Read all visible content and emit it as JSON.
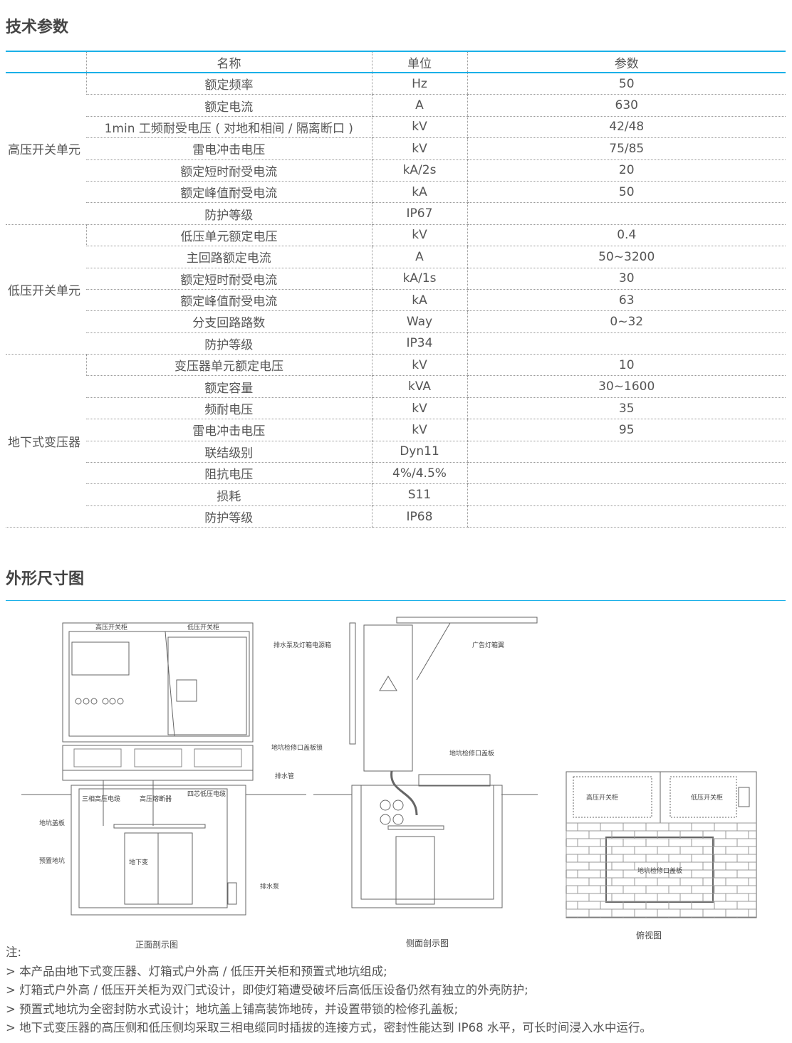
{
  "spec": {
    "title": "技术参数",
    "headers": [
      "名称",
      "单位",
      "参数"
    ],
    "groups": [
      {
        "name": "高压开关单元",
        "rows": [
          [
            "额定频率",
            "Hz",
            "50"
          ],
          [
            "额定电流",
            "A",
            "630"
          ],
          [
            "1min 工频耐受电压 ( 对地和相间 / 隔离断口 )",
            "kV",
            "42/48"
          ],
          [
            "雷电冲击电压",
            "kV",
            "75/85"
          ],
          [
            "额定短时耐受电流",
            "kA/2s",
            "20"
          ],
          [
            "额定峰值耐受电流",
            "kA",
            "50"
          ],
          [
            "防护等级",
            "IP67",
            ""
          ]
        ]
      },
      {
        "name": "低压开关单元",
        "rows": [
          [
            "低压单元额定电压",
            "kV",
            "0.4"
          ],
          [
            "主回路额定电流",
            "A",
            "50~3200"
          ],
          [
            "额定短时耐受电流",
            "kA/1s",
            "30"
          ],
          [
            "额定峰值耐受电流",
            "kA",
            "63"
          ],
          [
            "分支回路路数",
            "Way",
            "0~32"
          ],
          [
            "防护等级",
            "IP34",
            ""
          ]
        ]
      },
      {
        "name": "地下式变压器",
        "rows": [
          [
            "变压器单元额定电压",
            "kV",
            "10"
          ],
          [
            "额定容量",
            "kVA",
            "30~1600"
          ],
          [
            "频耐电压",
            "kV",
            "35"
          ],
          [
            "雷电冲击电压",
            "kV",
            "95"
          ],
          [
            "联结级别",
            "Dyn11",
            ""
          ],
          [
            "阻抗电压",
            "4%/4.5%",
            ""
          ],
          [
            "损耗",
            "S11",
            ""
          ],
          [
            "防护等级",
            "IP68",
            ""
          ]
        ]
      }
    ]
  },
  "dims": {
    "title": "外形尺寸图",
    "front": {
      "caption": "正面剖示图",
      "labels": [
        "高压开关柜",
        "低压开关柜",
        "排水泵及灯箱电源箱",
        "地坑检修口盖板锁",
        "排水管",
        "三相高压电缆",
        "高压熔断器",
        "四芯低压电缆",
        "地坑盖板",
        "预置地坑",
        "地下变",
        "排水泵"
      ]
    },
    "side": {
      "caption": "侧面剖示图",
      "labels": [
        "广告灯箱翼",
        "地坑检修口盖板"
      ]
    },
    "top": {
      "caption": "俯视图",
      "labels": [
        "高压开关柜",
        "低压开关柜",
        "地坑检修口盖板"
      ]
    }
  },
  "notes": {
    "title": "注:",
    "items": [
      "> 本产品由地下式变压器、灯箱式户外高 / 低压开关柜和预置式地坑组成;",
      "> 灯箱式户外高 / 低压开关柜为双门式设计，即使灯箱遭受破坏后高低压设备仍然有独立的外壳防护;",
      "> 预置式地坑为全密封防水式设计；地坑盖上铺高装饰地砖，并设置带锁的检修孔盖板;",
      "> 地下式变压器的高压侧和低压侧均采取三相电缆同时插拔的连接方式，密封性能达到 IP68 水平，可长时间浸入水中运行。"
    ]
  },
  "colors": {
    "accent": "#1ab0e8"
  }
}
